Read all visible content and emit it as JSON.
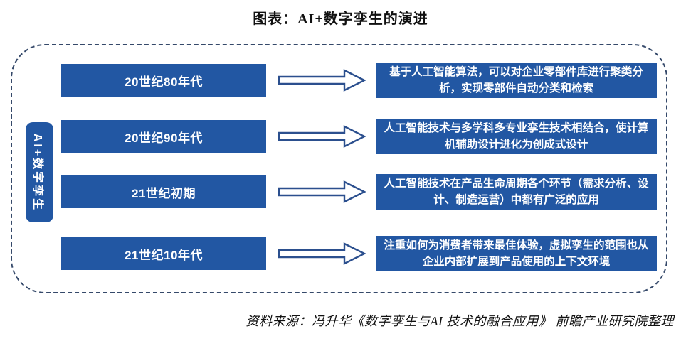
{
  "title": "图表：AI+数字孪生的演进",
  "side_label": "AI+数字孪生",
  "rows": [
    {
      "era": "20世纪80年代",
      "description": "基于人工智能算法，可以对企业零部件库进行聚类分析，实现零部件自动分类和检索"
    },
    {
      "era": "20世纪90年代",
      "description": "人工智能技术与多学科多专业孪生技术相结合，使计算机辅助设计进化为创成式设计"
    },
    {
      "era": "21世纪初期",
      "description": "人工智能技术在产品生命周期各个环节（需求分析、设计、制造运营）中都有广泛的应用"
    },
    {
      "era": "21世纪10年代",
      "description": "注重如何为消费者带来最佳体验，虚拟孪生的范围也从企业内部扩展到产品使用的上下文环境"
    }
  ],
  "source": "资料来源：冯升华《数字孪生与AI 技术的融合应用》 前瞻产业研究院整理",
  "colors": {
    "box_blue": "#2257a3",
    "arrow_outline": "#2b4f8e",
    "dash_border": "#35496a",
    "text_white": "#ffffff"
  }
}
